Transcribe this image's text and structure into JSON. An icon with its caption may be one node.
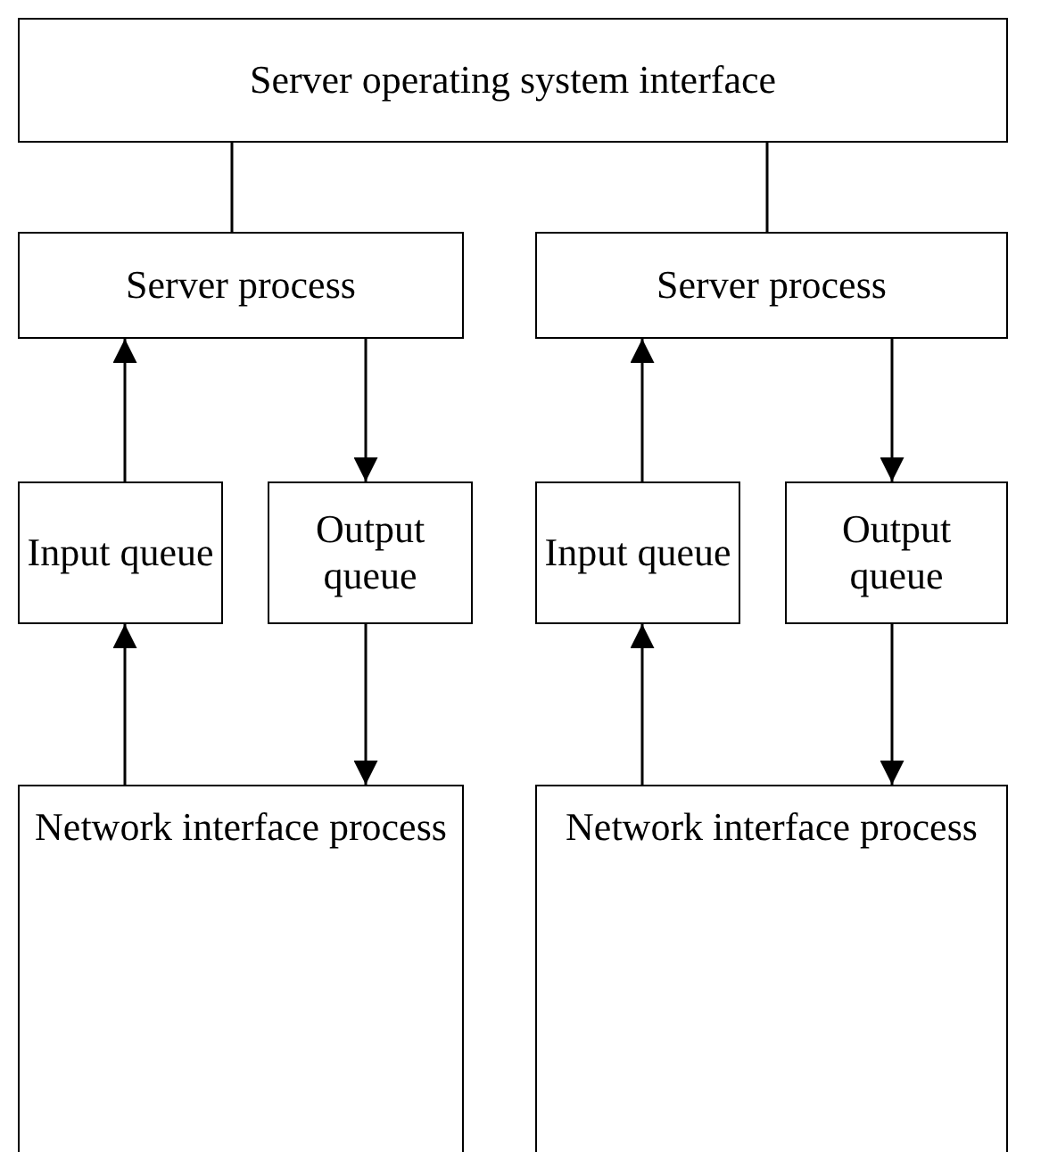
{
  "diagram": {
    "nodes": [
      {
        "text": [
          "Server operating system interface"
        ]
      },
      {
        "text": [
          "Server process"
        ]
      },
      {
        "text": [
          "Server process"
        ]
      },
      {
        "text": [
          "Input queue"
        ]
      },
      {
        "text": [
          "Output queue"
        ]
      },
      {
        "text": [
          "Input queue"
        ]
      },
      {
        "text": [
          "Output queue"
        ]
      },
      {
        "text": [
          "Network interface process"
        ]
      },
      {
        "text": [
          "Network interface process"
        ]
      }
    ],
    "edges": [
      {
        "from": 0,
        "to": 1,
        "arrow": "none"
      },
      {
        "from": 0,
        "to": 2,
        "arrow": "none"
      },
      {
        "from": 3,
        "to": 1,
        "arrow": "to"
      },
      {
        "from": 1,
        "to": 4,
        "arrow": "to"
      },
      {
        "from": 5,
        "to": 2,
        "arrow": "to"
      },
      {
        "from": 2,
        "to": 6,
        "arrow": "to"
      },
      {
        "from": 7,
        "to": 3,
        "arrow": "to"
      },
      {
        "from": 4,
        "to": 7,
        "arrow": "to"
      },
      {
        "from": 8,
        "to": 5,
        "arrow": "to"
      },
      {
        "from": 6,
        "to": 8,
        "arrow": "to"
      }
    ]
  }
}
